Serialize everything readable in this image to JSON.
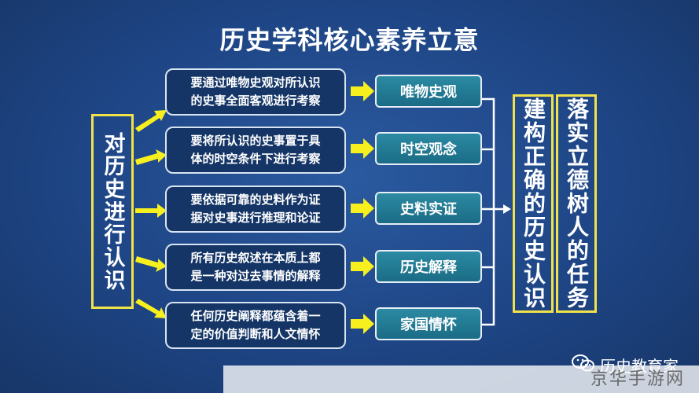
{
  "title": "历史学科核心素养立意",
  "left_label": "对历史进行认识",
  "descriptions": [
    {
      "line1": "要通过唯物史观对所认识",
      "line2": "的史事全面客观进行考察"
    },
    {
      "line1": "要将所认识的史事置于具",
      "line2": "体的时空条件下进行考察"
    },
    {
      "line1": "要依据可靠的史料作为证",
      "line2": "据对史事进行推理和论证"
    },
    {
      "line1": "所有历史叙述在本质上都",
      "line2": "是一种对过去事情的解释"
    },
    {
      "line1": "任何历史阐释都蕴含着一",
      "line2": "定的价值判断和人文情怀"
    }
  ],
  "concepts": [
    "唯物史观",
    "时空观念",
    "史料实证",
    "历史解释",
    "家国情怀"
  ],
  "right_label_1": "建构正确的历史认识",
  "right_label_2": "落实立德树人的任务",
  "watermark": {
    "brand": "历史教育家",
    "site": "京华手游网"
  },
  "colors": {
    "background": "#1e4585",
    "border_yellow": "#f2e24a",
    "arrow_yellow": "#f7ef1e",
    "concept_teal": "#1b6c86"
  },
  "icons": [
    "wechat-icon"
  ]
}
